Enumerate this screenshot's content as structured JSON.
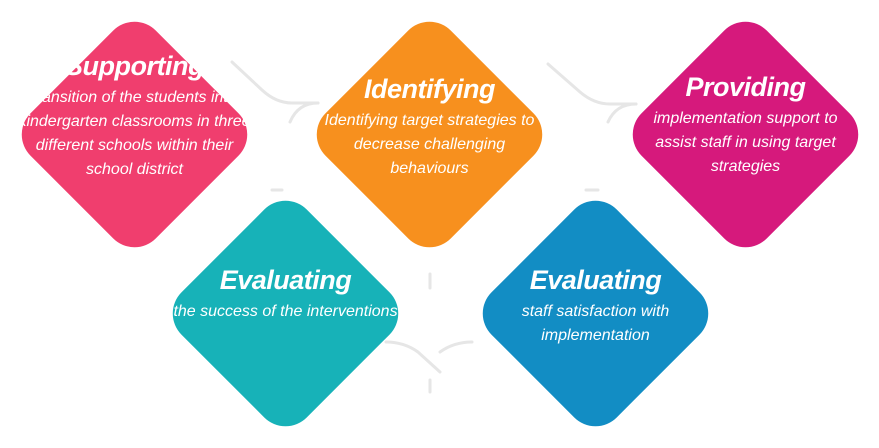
{
  "colors": {
    "pink": "#F03E6E",
    "orange": "#F7901E",
    "magenta": "#D6197C",
    "teal": "#17B2B8",
    "blue": "#128DC4",
    "connector": "#E6E6E6",
    "text": "#FFFFFF"
  },
  "cards": [
    {
      "id": "supporting",
      "color": "pink",
      "heading": "Supporting",
      "body": "transition of the students into kindergarten classrooms in three different schools within their school district"
    },
    {
      "id": "identifying",
      "color": "orange",
      "heading": "Identifying",
      "body": "Identifying target strategies to decrease challenging behaviours"
    },
    {
      "id": "providing",
      "color": "magenta",
      "heading": "Providing",
      "body": "implementation support to assist staff in using target strategies"
    },
    {
      "id": "evaluating-success",
      "color": "teal",
      "heading": "Evaluating",
      "body": "the success of the interventions"
    },
    {
      "id": "evaluating-satisfaction",
      "color": "blue",
      "heading": "Evaluating",
      "body": "staff satisfaction with implementation"
    }
  ]
}
